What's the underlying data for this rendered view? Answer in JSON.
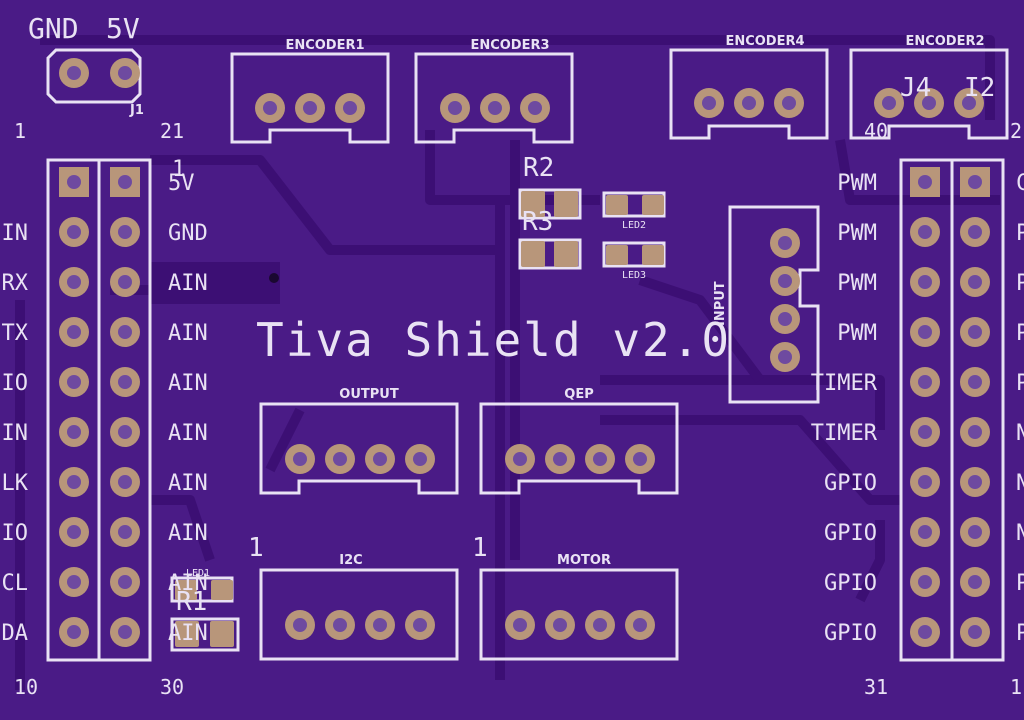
{
  "board": {
    "title": "Tiva Shield v2.0",
    "colors": {
      "pcb": "#4a1b86",
      "trace": "#3c0f74",
      "silkscreen": "#e9e2f4",
      "copper": "#b8967a",
      "hole": "#6e4aa0"
    }
  },
  "power": {
    "gnd_label": "GND",
    "v5_label": "5V",
    "ref": "J1"
  },
  "encoders": [
    {
      "label": "ENCODER1"
    },
    {
      "label": "ENCODER3"
    },
    {
      "label": "ENCODER4"
    },
    {
      "label": "ENCODER2"
    }
  ],
  "encoder2_refs": {
    "a": "J4",
    "b": "I2"
  },
  "connectors": {
    "output": "OUTPUT",
    "qep": "QEP",
    "i2c": "I2C",
    "motor": "MOTOR",
    "input": "INPUT"
  },
  "parts": {
    "r1": "R1",
    "r2": "R2",
    "r3": "R3",
    "led1": "LED1",
    "led2": "LED2",
    "led3": "LED3"
  },
  "header_numbers": {
    "top_left_1": "1",
    "top_left_21": "21",
    "bottom_left_10": "10",
    "bottom_left_30": "30",
    "top_right_40": "40",
    "top_right_2": "2",
    "bottom_right_31": "31",
    "bottom_right_1": "1",
    "pin1_mark": "1",
    "i2c_pin1": "1",
    "motor_pin1": "1"
  },
  "left_inner_labels": [
    "5V",
    "GND",
    "AIN",
    "AIN",
    "AIN",
    "AIN",
    "AIN",
    "AIN",
    "AIN",
    "AIN"
  ],
  "left_edge_labels": [
    "",
    "IN",
    "RX",
    "TX",
    "IO",
    "IN",
    "LK",
    "IO",
    "CL",
    "DA"
  ],
  "right_labels": [
    "PWM",
    "PWM",
    "PWM",
    "PWM",
    "TIMER",
    "TIMER",
    "GPIO",
    "GPIO",
    "GPIO",
    "GPIO"
  ],
  "right_edge_labels": [
    "C",
    "P",
    "P",
    "P",
    "P",
    "N",
    "N",
    "N",
    "P",
    "P"
  ]
}
